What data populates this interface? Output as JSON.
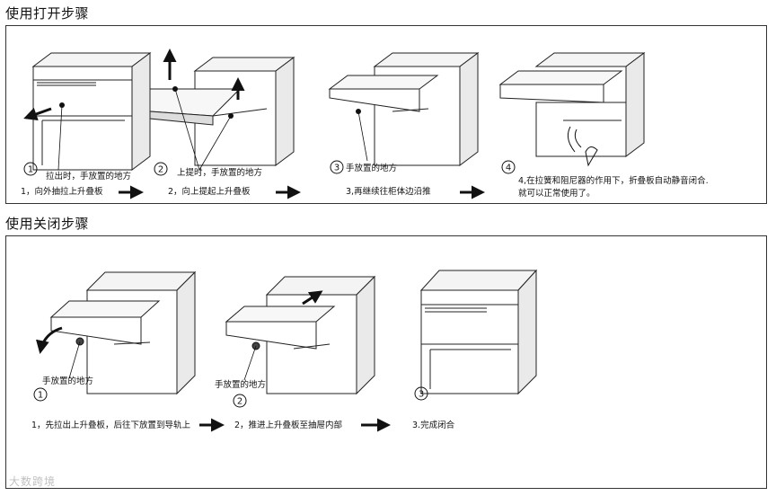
{
  "open_section": {
    "title": "使用打开步骤",
    "steps": [
      {
        "num": "1",
        "caption": "1，向外抽拉上升叠板",
        "hand_label": "拉出时，手放置的地方"
      },
      {
        "num": "2",
        "caption": "2，向上提起上升叠板",
        "hand_label": "上提时，手放置的地方"
      },
      {
        "num": "3",
        "caption": "3,再继续往柜体边沿推",
        "hand_label": "手放置的地方"
      },
      {
        "num": "4",
        "caption_line1": "4,在拉簧和阻尼器的作用下，折叠板自动静音闭合.",
        "caption_line2": "就可以正常使用了。"
      }
    ]
  },
  "close_section": {
    "title": "使用关闭步骤",
    "steps": [
      {
        "num": "1",
        "caption": "1，先拉出上升叠板，后往下放置到导轨上",
        "hand_label": "手放置的地方"
      },
      {
        "num": "2",
        "caption": "2，推进上升叠板至抽屉内部",
        "hand_label": "手放置的地方"
      },
      {
        "num": "3",
        "caption": "3.完成闭合"
      }
    ]
  },
  "watermark": "大数跨境"
}
